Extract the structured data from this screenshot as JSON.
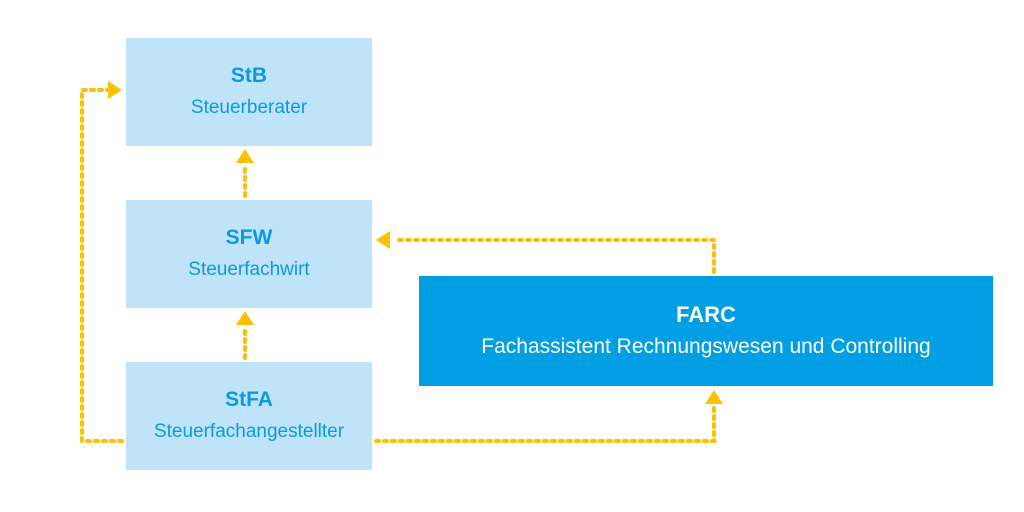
{
  "colors": {
    "light_box": "#bfe3f8",
    "light_text": "#0a9ae0",
    "dark_box": "#009fe3",
    "dark_text": "#ffffff",
    "connector": "#fcc200"
  },
  "nodes": {
    "stb": {
      "abbr": "StB",
      "full": "Steuerberater"
    },
    "sfw": {
      "abbr": "SFW",
      "full": "Steuerfachwirt"
    },
    "stfa": {
      "abbr": "StFA",
      "full": "Steuerfachangestellter"
    },
    "farc": {
      "abbr": "FARC",
      "full": "Fachassistent Rechnungswesen und Controlling"
    }
  },
  "connections": [
    {
      "from": "stfa",
      "to": "sfw"
    },
    {
      "from": "sfw",
      "to": "stb"
    },
    {
      "from": "stfa",
      "to": "stb"
    },
    {
      "from": "stfa",
      "to": "farc"
    },
    {
      "from": "farc",
      "to": "sfw"
    }
  ]
}
